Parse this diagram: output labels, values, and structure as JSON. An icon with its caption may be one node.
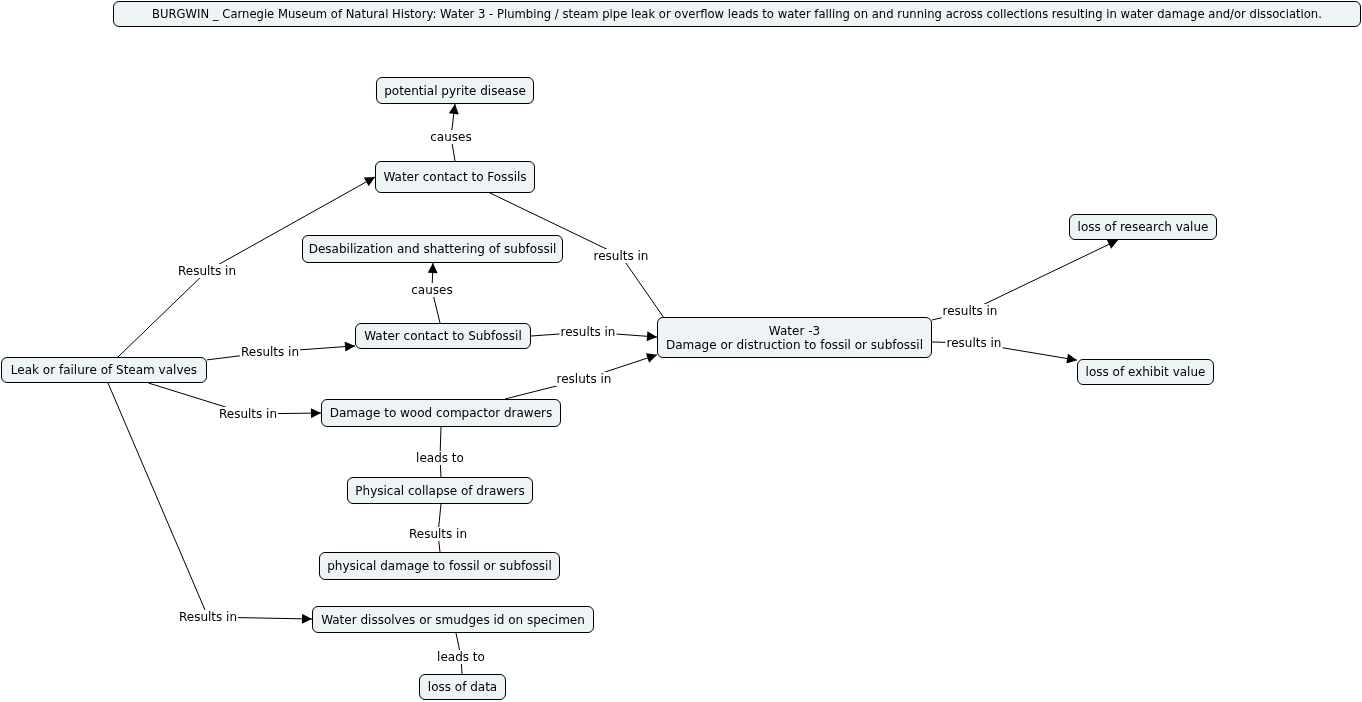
{
  "diagram": {
    "title": "BURGWIN _ Carnegie Museum of Natural History:  Water 3 - Plumbing / steam pipe leak or overflow leads to water falling on and running across collections resulting in water damage and/or dissociation.",
    "nodes": [
      {
        "text": [
          "potential pyrite disease"
        ]
      },
      {
        "text": [
          "Water contact to Fossils"
        ]
      },
      {
        "text": [
          "Desabilization and shattering of subfossil"
        ]
      },
      {
        "text": [
          "loss of research value"
        ]
      },
      {
        "text": [
          "Water contact to Subfossil"
        ]
      },
      {
        "text": [
          "Water -3",
          "Damage or distruction to fossil or subfossil"
        ]
      },
      {
        "text": [
          "Leak or failure of Steam valves"
        ]
      },
      {
        "text": [
          "loss of exhibit value"
        ]
      },
      {
        "text": [
          "Damage to wood compactor drawers"
        ]
      },
      {
        "text": [
          "Physical collapse of drawers"
        ]
      },
      {
        "text": [
          "physical damage to fossil or subfossil"
        ]
      },
      {
        "text": [
          "Water dissolves or smudges id on specimen"
        ]
      },
      {
        "text": [
          "loss of data"
        ]
      }
    ],
    "edges": [
      {
        "from": 1,
        "to": 0,
        "arrow": "to",
        "label": "causes"
      },
      {
        "from": 6,
        "to": 1,
        "arrow": "to",
        "label": "Results in"
      },
      {
        "from": 4,
        "to": 2,
        "arrow": "to",
        "label": "causes"
      },
      {
        "from": 1,
        "to": 5,
        "arrow": "none",
        "label": "results in"
      },
      {
        "from": 6,
        "to": 4,
        "arrow": "to",
        "label": "Results in"
      },
      {
        "from": 4,
        "to": 5,
        "arrow": "to",
        "label": "results in"
      },
      {
        "from": 6,
        "to": 8,
        "arrow": "to",
        "label": "Results in"
      },
      {
        "from": 8,
        "to": 5,
        "arrow": "to",
        "label": "resluts in"
      },
      {
        "from": 5,
        "to": 3,
        "arrow": "to",
        "label": "results in"
      },
      {
        "from": 5,
        "to": 7,
        "arrow": "to",
        "label": "results in"
      },
      {
        "from": 8,
        "to": 9,
        "arrow": "none",
        "label": "leads to"
      },
      {
        "from": 9,
        "to": 10,
        "arrow": "none",
        "label": "Results in"
      },
      {
        "from": 6,
        "to": 11,
        "arrow": "to",
        "label": "Results in"
      },
      {
        "from": 11,
        "to": 12,
        "arrow": "none",
        "label": "leads to"
      }
    ]
  }
}
